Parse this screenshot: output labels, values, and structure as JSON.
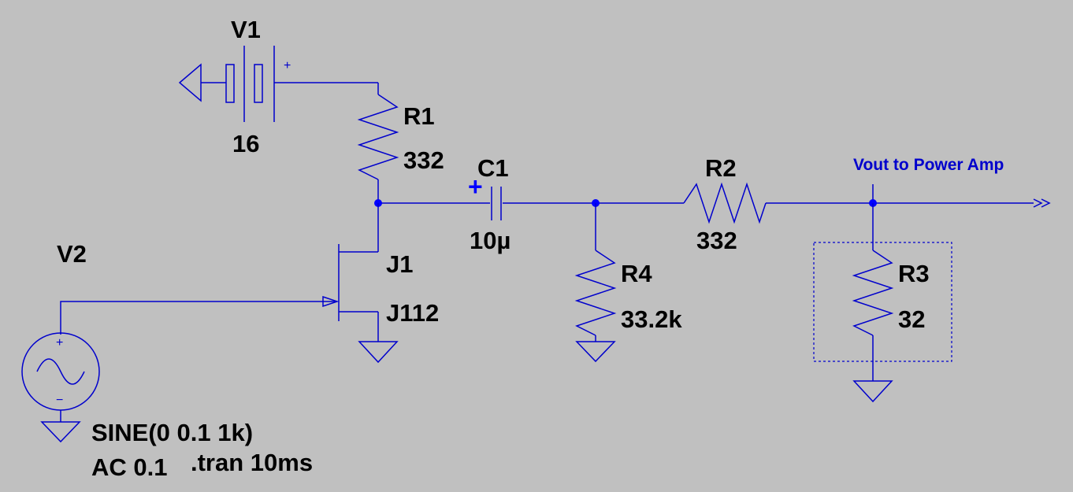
{
  "colors": {
    "background": "#c0c0c0",
    "wire": "#0000cc",
    "junction": "#0000ff",
    "label": "#000000"
  },
  "components": {
    "v1": {
      "name": "V1",
      "value": "16",
      "polarity": "+"
    },
    "v2": {
      "name": "V2",
      "value_line1": "SINE(0 0.1 1k)",
      "value_line2": "AC 0.1",
      "plus": "+",
      "minus": "−"
    },
    "r1": {
      "name": "R1",
      "value": "332"
    },
    "r2": {
      "name": "R2",
      "value": "332"
    },
    "r3": {
      "name": "R3",
      "value": "32"
    },
    "r4": {
      "name": "R4",
      "value": "33.2k"
    },
    "c1": {
      "name": "C1",
      "value": "10µ",
      "polarity": "+"
    },
    "j1": {
      "name": "J1",
      "value": "J112"
    }
  },
  "net_labels": {
    "vout": "Vout to Power Amp"
  },
  "directive": ".tran 10ms"
}
